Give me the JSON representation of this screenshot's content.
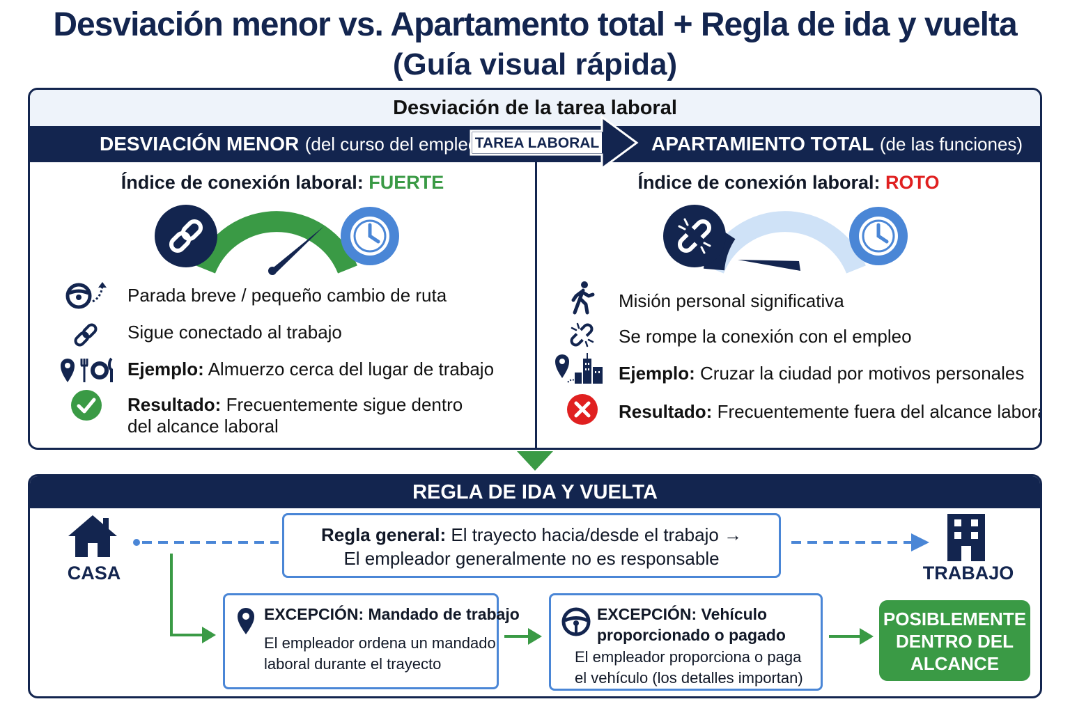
{
  "title": {
    "line1": "Desviación menor vs. Apartamento total + Regla de ida y vuelta",
    "line2": "(Guía visual rápida)"
  },
  "top_panel": {
    "header": "Desviación de la tarea laboral",
    "arrow_label": "TAREA LABORAL",
    "left": {
      "heading_bold": "DESVIACIÓN MENOR",
      "heading_sub": "(del curso del empleo)",
      "index_label": "Índice de conexión laboral:",
      "index_value": "FUERTE",
      "index_color": "#3a9a45",
      "connection_level": 0.75,
      "items": [
        {
          "icon": "steering-wheel-detour-icon",
          "bold": "",
          "text": "Parada breve / pequeño cambio de ruta"
        },
        {
          "icon": "chain-link-icon",
          "bold": "",
          "text": "Sigue conectado al trabajo"
        },
        {
          "icon": "location-meal-icon",
          "bold": "Ejemplo:",
          "text": "Almuerzo cerca del lugar de trabajo"
        },
        {
          "icon": "check-circle-icon",
          "bold": "Resultado:",
          "text": "Frecuentemente sigue dentro",
          "text2": "del alcance laboral"
        }
      ]
    },
    "right": {
      "heading_bold": "APARTAMIENTO TOTAL",
      "heading_sub": "(de las funciones)",
      "index_label": "Índice de conexión laboral:",
      "index_value": "ROTO",
      "index_color": "#e02020",
      "connection_level": 0.05,
      "items": [
        {
          "icon": "walking-person-icon",
          "bold": "",
          "text": "Misión personal significativa"
        },
        {
          "icon": "broken-link-icon",
          "bold": "",
          "text": "Se rompe la conexión con el empleo"
        },
        {
          "icon": "location-city-icon",
          "bold": "Ejemplo:",
          "text": "Cruzar la ciudad por motivos personales"
        },
        {
          "icon": "x-circle-icon",
          "bold": "Resultado:",
          "text": "Frecuentemente fuera del alcance laboral"
        }
      ]
    }
  },
  "bottom_panel": {
    "header": "REGLA DE IDA Y VUELTA",
    "home_label": "CASA",
    "work_label": "TRABAJO",
    "general_rule": {
      "bold": "Regla general:",
      "line1": "El trayecto hacia/desde el trabajo →",
      "line2": "El empleador generalmente no es responsable"
    },
    "exception1": {
      "title": "EXCEPCIÓN: Mandado de trabajo",
      "line1": "El empleador ordena un mandado",
      "line2": "laboral durante el trayecto"
    },
    "exception2": {
      "title1": "EXCEPCIÓN: Vehículo",
      "title2": "proporcionado o pagado",
      "line1": "El empleador proporciona o paga",
      "line2": "el vehículo (los detalles importan)"
    },
    "outcome": {
      "line1": "POSIBLEMENTE",
      "line2": "DENTRO DEL",
      "line3": "ALCANCE"
    }
  },
  "colors": {
    "navy": "#13254f",
    "green": "#3a9a45",
    "blue": "#4a86d6",
    "red": "#e02020"
  }
}
